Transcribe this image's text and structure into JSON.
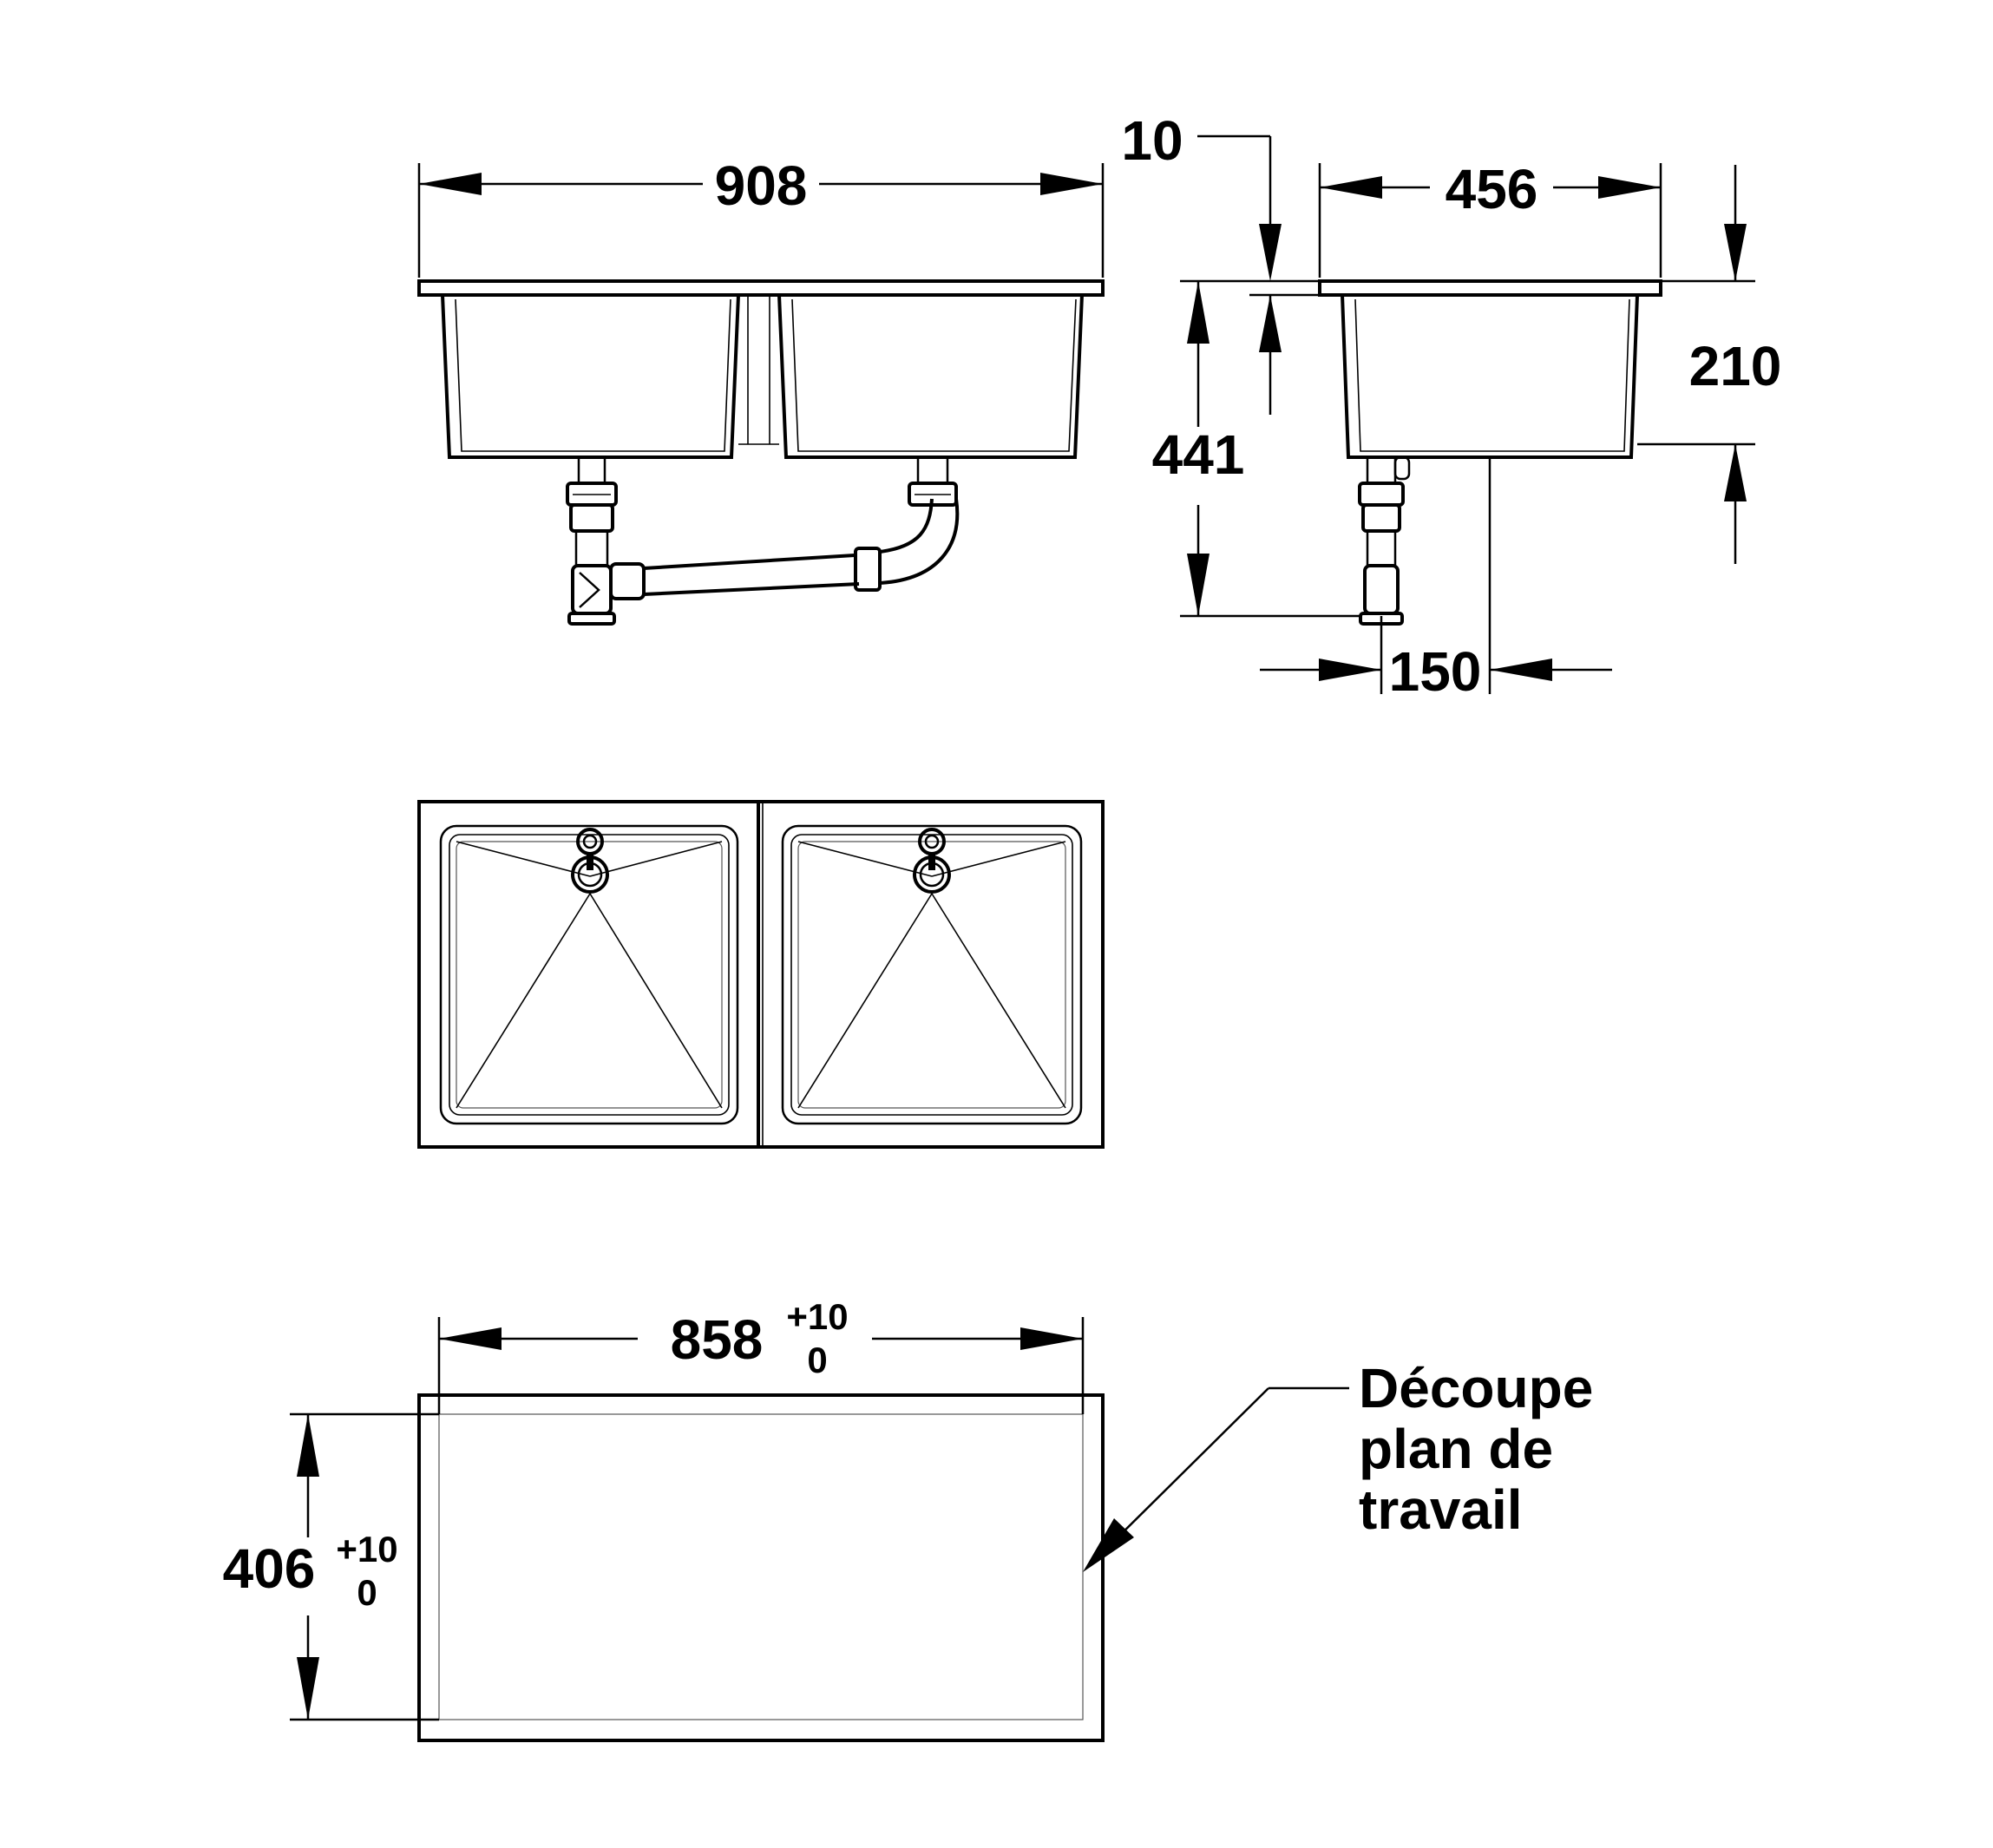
{
  "dimensions": {
    "overall_width": "908",
    "rim_thickness": "10",
    "bowl_width": "456",
    "bowl_depth": "210",
    "overall_height": "441",
    "drain_offset": "150",
    "cutout_width": "858",
    "cutout_width_tol_plus": "+10",
    "cutout_width_tol_minus": "0",
    "cutout_depth": "406",
    "cutout_depth_tol_plus": "+10",
    "cutout_depth_tol_minus": "0"
  },
  "note": {
    "line1": "Découpe",
    "line2": "plan de",
    "line3": "travail"
  },
  "colors": {
    "line": "#000000",
    "background": "#ffffff"
  }
}
